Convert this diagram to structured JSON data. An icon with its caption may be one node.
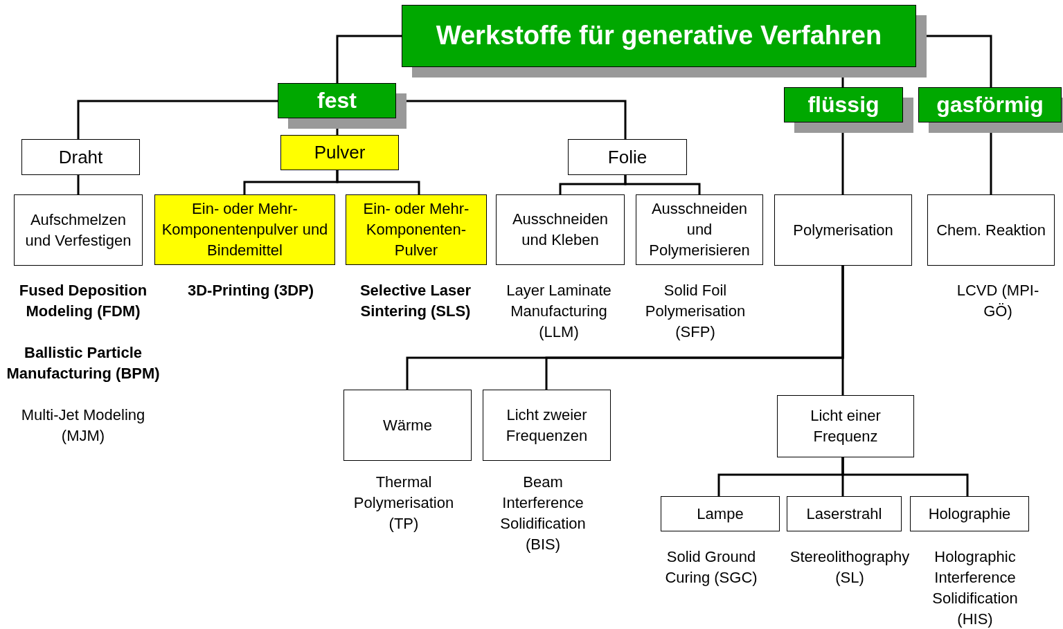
{
  "diagram": {
    "nodes": [
      {
        "text": [
          "Werkstoffe für generative Verfahren"
        ]
      },
      {
        "text": [
          "fest"
        ]
      },
      {
        "text": [
          "flüssig"
        ]
      },
      {
        "text": [
          "gasförmig"
        ]
      },
      {
        "text": [
          "Draht"
        ]
      },
      {
        "text": [
          "Pulver"
        ]
      },
      {
        "text": [
          "Folie"
        ]
      },
      {
        "text": [
          "Aufschmelzen und Verfestigen"
        ],
        "beside": [
          "Fused Deposition Modeling (FDM)",
          "Ballistic Particle Manufacturing (BPM)",
          "Multi-Jet Modeling (MJM)"
        ]
      },
      {
        "text": [
          "Ein- oder Mehr-Komponentenpulver und Bindemittel"
        ],
        "beside": [
          "3D-Printing (3DP)"
        ]
      },
      {
        "text": [
          "Ein- oder Mehr-Komponenten-Pulver"
        ],
        "beside": [
          "Selective Laser Sintering (SLS)"
        ]
      },
      {
        "text": [
          "Ausschneiden und Kleben"
        ],
        "beside": [
          "Layer Laminate Manufacturing (LLM)"
        ]
      },
      {
        "text": [
          "Ausschneiden und Polymerisieren"
        ],
        "beside": [
          "Solid Foil Polymerisation (SFP)"
        ]
      },
      {
        "text": [
          "Polymerisation"
        ]
      },
      {
        "text": [
          "Chem. Reaktion"
        ],
        "beside": [
          "LCVD (MPI-GÖ)"
        ]
      },
      {
        "text": [
          "Wärme"
        ],
        "beside": [
          "Thermal Polymerisation (TP)"
        ]
      },
      {
        "text": [
          "Licht zweier Frequenzen"
        ],
        "beside": [
          "Beam Interference Solidification (BIS)"
        ]
      },
      {
        "text": [
          "Licht einer Frequenz"
        ]
      },
      {
        "text": [
          "Lampe"
        ],
        "beside": [
          "Solid Ground Curing (SGC)"
        ]
      },
      {
        "text": [
          "Laserstrahl"
        ],
        "beside": [
          "Stereolithography (SL)"
        ]
      },
      {
        "text": [
          "Holographie"
        ],
        "beside": [
          "Holographic Interference Solidification (HIS)"
        ]
      }
    ],
    "edges": [
      {
        "from": 0,
        "to": 1,
        "arrow": "none"
      },
      {
        "from": 0,
        "to": 2,
        "arrow": "none"
      },
      {
        "from": 0,
        "to": 3,
        "arrow": "none"
      },
      {
        "from": 1,
        "to": 4,
        "arrow": "none"
      },
      {
        "from": 1,
        "to": 5,
        "arrow": "none"
      },
      {
        "from": 1,
        "to": 6,
        "arrow": "none"
      },
      {
        "from": 4,
        "to": 7,
        "arrow": "none"
      },
      {
        "from": 5,
        "to": 8,
        "arrow": "none"
      },
      {
        "from": 5,
        "to": 9,
        "arrow": "none"
      },
      {
        "from": 6,
        "to": 10,
        "arrow": "none"
      },
      {
        "from": 6,
        "to": 11,
        "arrow": "none"
      },
      {
        "from": 2,
        "to": 12,
        "arrow": "none"
      },
      {
        "from": 3,
        "to": 13,
        "arrow": "none"
      },
      {
        "from": 12,
        "to": 14,
        "arrow": "none"
      },
      {
        "from": 12,
        "to": 15,
        "arrow": "none"
      },
      {
        "from": 12,
        "to": 16,
        "arrow": "none"
      },
      {
        "from": 16,
        "to": 17,
        "arrow": "none"
      },
      {
        "from": 16,
        "to": 18,
        "arrow": "none"
      },
      {
        "from": 16,
        "to": 19,
        "arrow": "none"
      }
    ]
  }
}
